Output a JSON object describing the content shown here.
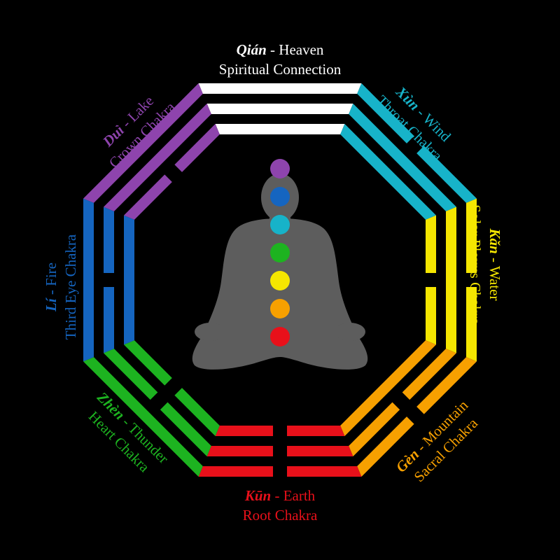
{
  "colors": {
    "background": "#000000",
    "silhouette": "#5d5d5d"
  },
  "figure": {
    "chakra_dots": [
      "#8e44ad",
      "#1565c0",
      "#17b3c9",
      "#1db320",
      "#f5e600",
      "#f7a000",
      "#e8101a"
    ]
  },
  "trigrams": [
    {
      "id": "qian",
      "name": "Qián",
      "element": "Heaven",
      "chakra": "Spiritual Connection",
      "color": "#ffffff",
      "lines": [
        "solid",
        "solid",
        "solid"
      ]
    },
    {
      "id": "xun",
      "name": "Xùn",
      "element": "Wind",
      "chakra": "Throat Chakra",
      "color": "#17b3c9",
      "lines": [
        "solid",
        "solid",
        "broken"
      ]
    },
    {
      "id": "kan",
      "name": "Kǎn",
      "element": "Water",
      "chakra": "Solar Plexus Chakra",
      "color": "#f5e600",
      "lines": [
        "broken",
        "solid",
        "broken"
      ]
    },
    {
      "id": "gen",
      "name": "Gèn",
      "element": "Mountain",
      "chakra": "Sacral Chakra",
      "color": "#f7a000",
      "lines": [
        "solid",
        "broken",
        "broken"
      ]
    },
    {
      "id": "kun",
      "name": "Kūn",
      "element": "Earth",
      "chakra": "Root Chakra",
      "color": "#e8101a",
      "lines": [
        "broken",
        "broken",
        "broken"
      ]
    },
    {
      "id": "zhen",
      "name": "Zhèn",
      "element": "Thunder",
      "chakra": "Heart Chakra",
      "color": "#1db320",
      "lines": [
        "broken",
        "broken",
        "solid"
      ]
    },
    {
      "id": "li",
      "name": "Lí",
      "element": "Fire",
      "chakra": "Third Eye Chakra",
      "color": "#1565c0",
      "lines": [
        "solid",
        "broken",
        "solid"
      ]
    },
    {
      "id": "dui",
      "name": "Duì",
      "element": "Lake",
      "chakra": "Crown Chakra",
      "color": "#8e44ad",
      "lines": [
        "broken",
        "solid",
        "solid"
      ]
    }
  ]
}
